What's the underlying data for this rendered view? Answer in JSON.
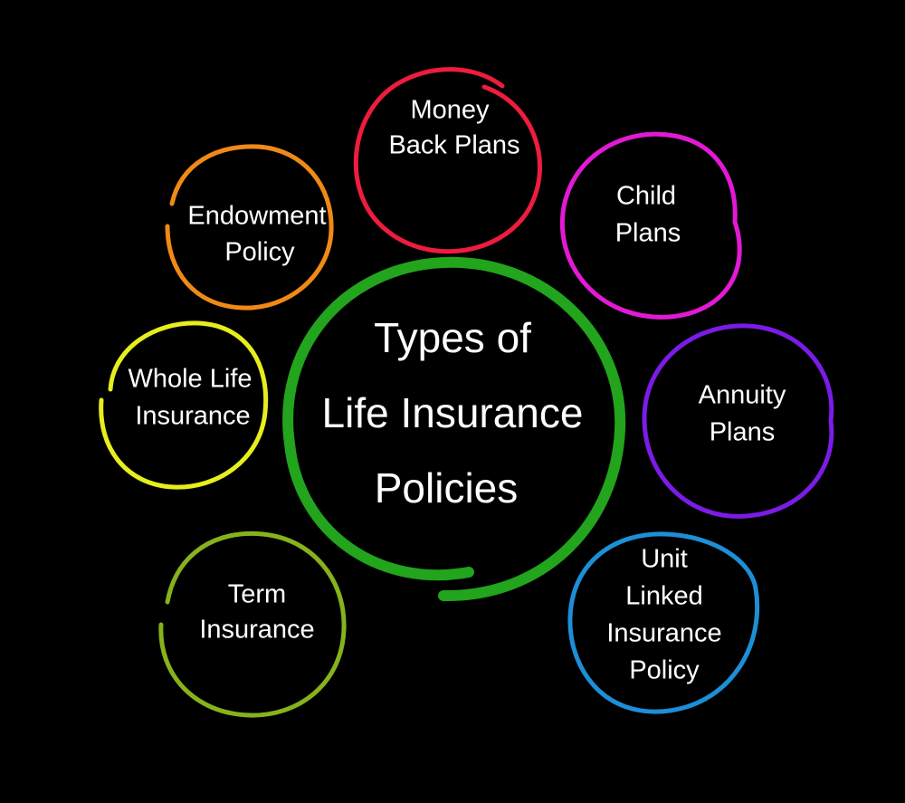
{
  "center": {
    "lines": [
      "Types of",
      "Life Insurance",
      "Policies"
    ],
    "color": "#22a41c"
  },
  "nodes": [
    {
      "id": "money-back",
      "lines": [
        "Money",
        "Back Plans"
      ],
      "color": "#ee1c3e"
    },
    {
      "id": "child",
      "lines": [
        "Child",
        "Plans"
      ],
      "color": "#e21ad4"
    },
    {
      "id": "annuity",
      "lines": [
        "Annuity",
        "Plans"
      ],
      "color": "#7a1ce6"
    },
    {
      "id": "unit-linked",
      "lines": [
        "Unit",
        "Linked",
        "Insurance",
        "Policy"
      ],
      "color": "#1c8fd6"
    },
    {
      "id": "term",
      "lines": [
        "Term",
        "Insurance"
      ],
      "color": "#86b21c"
    },
    {
      "id": "whole-life",
      "lines": [
        "Whole Life",
        "Insurance"
      ],
      "color": "#e6ee1c"
    },
    {
      "id": "endowment",
      "lines": [
        "Endowment",
        "Policy"
      ],
      "color": "#f08a16"
    }
  ]
}
